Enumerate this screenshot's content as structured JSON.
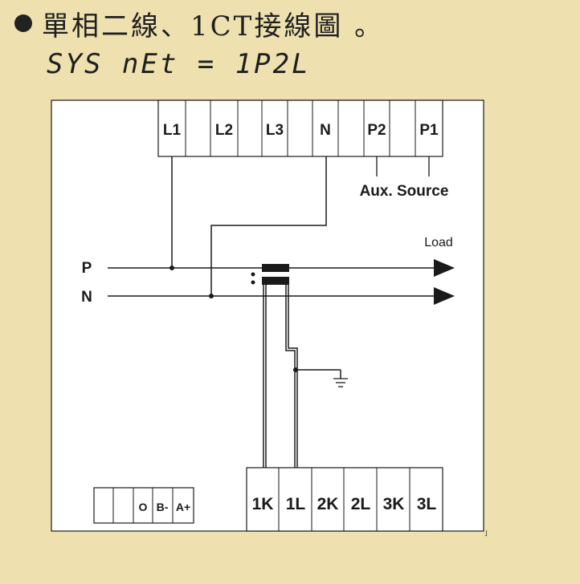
{
  "title": "單相二線、1CT接線圖 。",
  "subtitle": "SYS nEt = 1P2L",
  "top_terminals": [
    "L1",
    "L2",
    "L3",
    "N",
    "P2",
    "P1"
  ],
  "aux_source_label": "Aux. Source",
  "load_label": "Load",
  "line_labels": {
    "phase": "P",
    "neutral": "N"
  },
  "ct_terminals": [
    "1K",
    "1L",
    "2K",
    "2L",
    "3K",
    "3L"
  ],
  "comm_terminals": [
    "",
    "",
    "O",
    "B-",
    "A+"
  ],
  "corner_mark": "˩",
  "colors": {
    "background": "#EEE1AF",
    "panel": "#FFFFFF",
    "line": "#1a1a1a"
  },
  "icons": [
    "ground-icon",
    "arrow-right-icon",
    "current-transformer-icon",
    "bullet-icon"
  ]
}
